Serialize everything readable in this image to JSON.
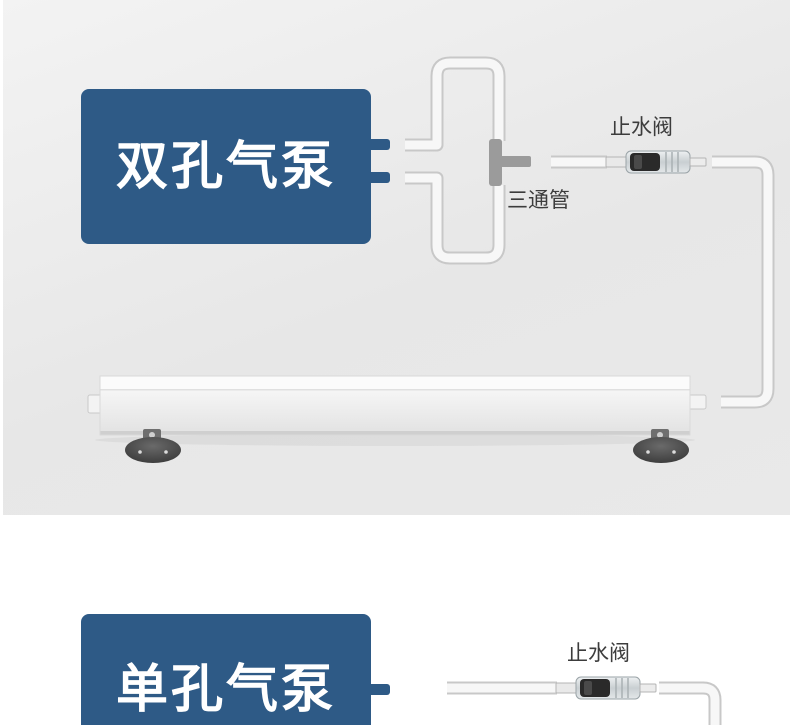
{
  "dual_pump": {
    "label": "双孔气泵"
  },
  "single_pump": {
    "label": "单孔气泵"
  },
  "labels": {
    "check_valve_top": "止水阀",
    "tee_pipe": "三通管",
    "check_valve_bottom": "止水阀"
  },
  "colors": {
    "pump_blue": "#2e5a86",
    "tee_gray": "#9b9b9b",
    "valve_core": "#2a2a2a",
    "suction_cup": "#4b4b4b"
  }
}
